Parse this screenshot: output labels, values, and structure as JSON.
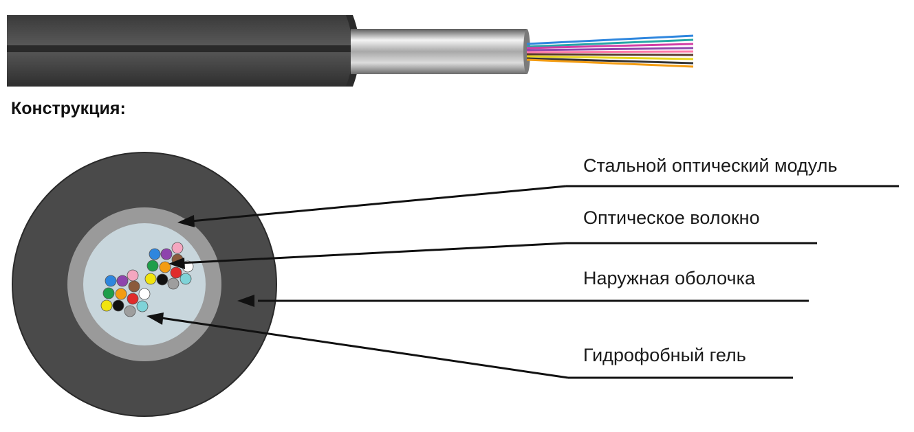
{
  "heading": "Конструкция:",
  "labels": {
    "steel_module": "Стальной оптический модуль",
    "optical_fiber": "Оптическое волокно",
    "outer_sheath": "Наружная оболочка",
    "hydrophobic_gel": "Гидрофобный гель"
  },
  "colors": {
    "sheath": "#4a4a4a",
    "steel_tube": "#9a9a9a",
    "gel": "#c8d6dc",
    "fibers": [
      "#2e86de",
      "#8e44ad",
      "#f4a7c0",
      "#1e9e4a",
      "#f39c12",
      "#8b5a3c",
      "#f1e40f",
      "#111111",
      "#e02b2b",
      "#ffffff",
      "#9e9e9e",
      "#7fd3d8"
    ]
  }
}
